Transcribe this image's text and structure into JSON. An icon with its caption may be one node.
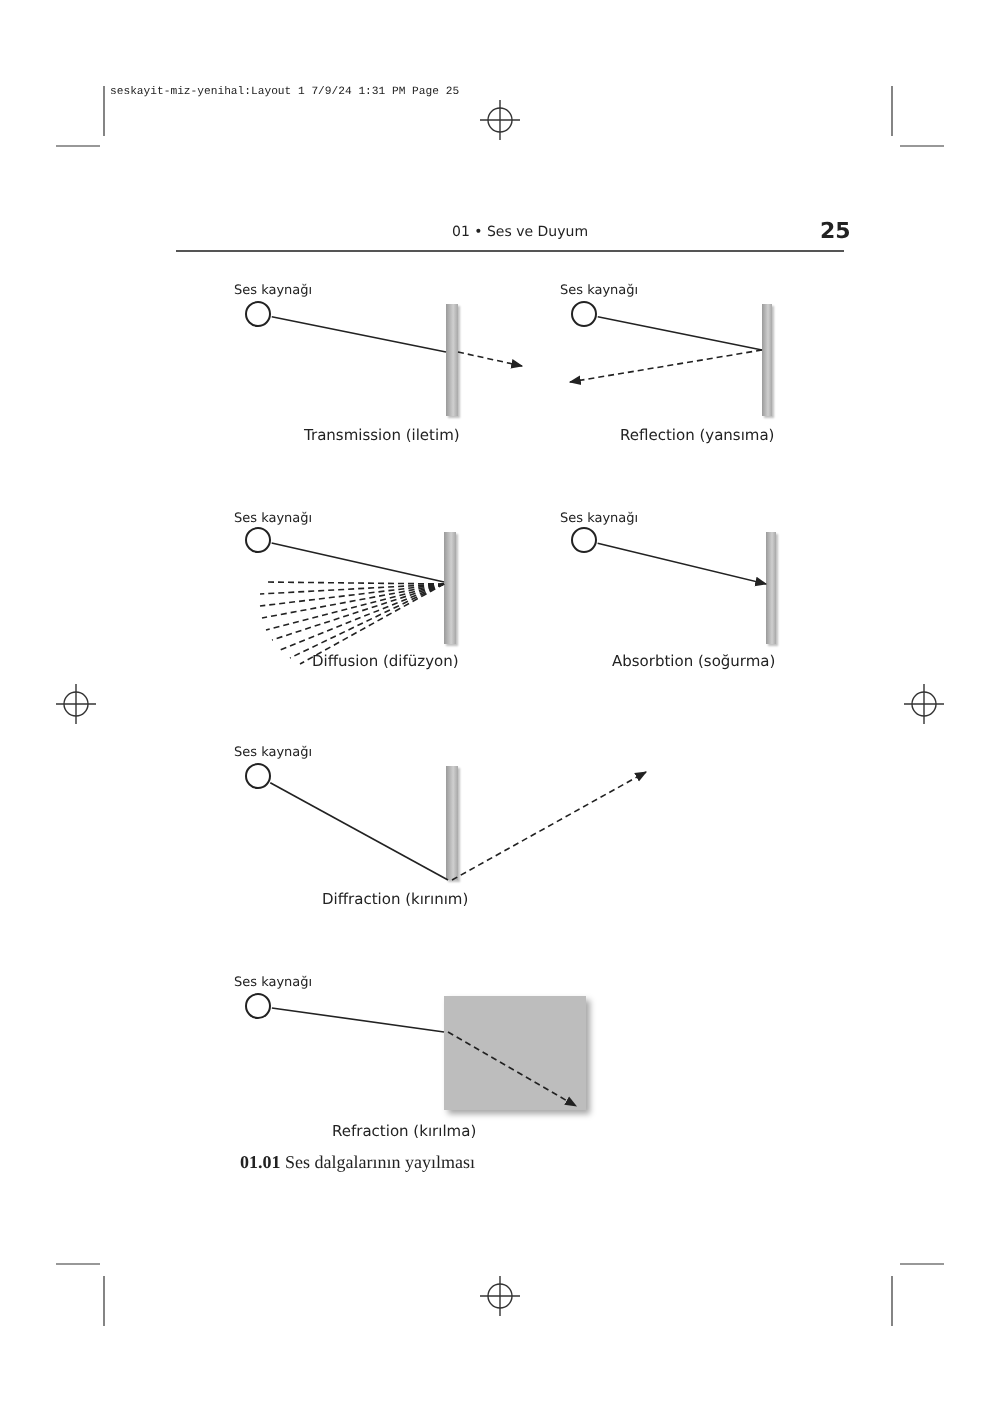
{
  "diagram": {
    "caption": "**01.01** Ses dalgalarının yayılması",
    "nodes": [
      {
        "text": [
          "Ses kaynağı"
        ]
      },
      {
        "text": [],
        "shape": "bar",
        "beside": [
          "Transmission (iletim)"
        ]
      },
      {
        "text": [
          "Ses kaynağı"
        ]
      },
      {
        "text": [],
        "shape": "bar",
        "beside": [
          "Reflection (yansıma)"
        ]
      },
      {
        "text": [
          "Ses kaynağı"
        ]
      },
      {
        "text": [],
        "shape": "bar",
        "beside": [
          "Diffusion (difüzyon)"
        ]
      },
      {
        "text": [
          "Ses kaynağı"
        ]
      },
      {
        "text": [],
        "shape": "bar",
        "beside": [
          "Absorbtion (soğurma)"
        ]
      },
      {
        "text": [
          "Ses kaynağı"
        ]
      },
      {
        "text": [],
        "shape": "bar",
        "beside": [
          "Diffraction (kırınım)"
        ]
      },
      {
        "text": [
          "Ses kaynağı"
        ]
      },
      {
        "text": [],
        "shape": "box",
        "beside": [
          "Refraction (kırılma)"
        ]
      }
    ],
    "edges": [
      {
        "from": 0,
        "to": 1,
        "arrow": "none"
      },
      {
        "from": 1,
        "to": null,
        "arrow": "to",
        "style": "dashed"
      },
      {
        "from": 2,
        "to": 3,
        "arrow": "none"
      },
      {
        "from": 3,
        "to": null,
        "arrow": "to",
        "style": "dashed"
      },
      {
        "from": 4,
        "to": 5,
        "arrow": "none"
      },
      {
        "from": 5,
        "to": null,
        "arrow": "none",
        "style": "dashed"
      },
      {
        "from": 5,
        "to": null,
        "arrow": "none",
        "style": "dashed"
      },
      {
        "from": 5,
        "to": null,
        "arrow": "none",
        "style": "dashed"
      },
      {
        "from": 5,
        "to": null,
        "arrow": "none",
        "style": "dashed"
      },
      {
        "from": 5,
        "to": null,
        "arrow": "none",
        "style": "dashed"
      },
      {
        "from": 5,
        "to": null,
        "arrow": "none",
        "style": "dashed"
      },
      {
        "from": 5,
        "to": null,
        "arrow": "none",
        "style": "dashed"
      },
      {
        "from": 5,
        "to": null,
        "arrow": "none",
        "style": "dashed"
      },
      {
        "from": 5,
        "to": null,
        "arrow": "none",
        "style": "dashed"
      },
      {
        "from": 6,
        "to": 7,
        "arrow": "to"
      },
      {
        "from": 8,
        "to": 9,
        "arrow": "none"
      },
      {
        "from": 9,
        "to": null,
        "arrow": "to",
        "style": "dashed"
      },
      {
        "from": 10,
        "to": 11,
        "arrow": "none"
      },
      {
        "from": null,
        "to": 11,
        "arrow": "to",
        "style": "dashed"
      }
    ],
    "labels": [
      "seskayit-miz-yenihal:Layout 1  7/9/24  1:31 PM  Page 25",
      "01 • Ses ve Duyum",
      "25"
    ]
  }
}
